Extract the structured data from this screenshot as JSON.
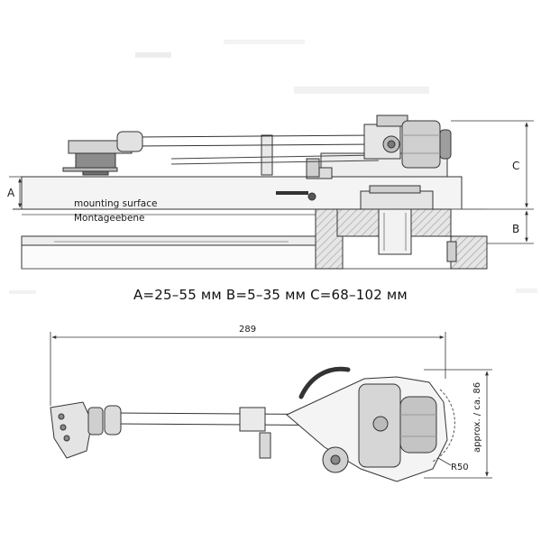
{
  "side_view": {
    "labels": {
      "mounting_surface_en": "mounting surface",
      "mounting_surface_de": "Montageebene",
      "dim_a": "A",
      "dim_b": "B",
      "dim_c": "C"
    }
  },
  "caption": "A=25–55 мм B=5–35 мм C=68–102 мм",
  "top_view": {
    "labels": {
      "length": "289",
      "height": "approx. / ca. 86",
      "radius": "R50"
    }
  },
  "colors": {
    "line": "#333333",
    "fill_light": "#d9d9d9",
    "fill_mid": "#bdbdbd",
    "fill_dark": "#8a8a8a"
  }
}
